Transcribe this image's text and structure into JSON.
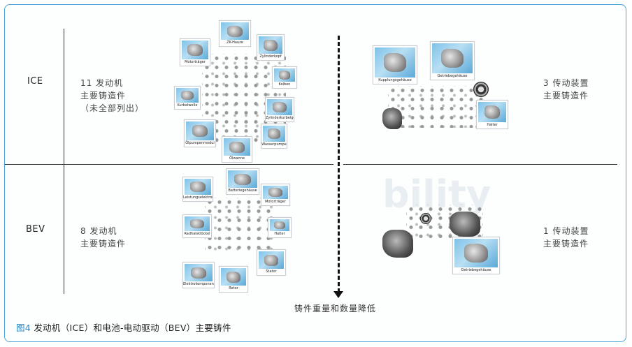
{
  "rows": {
    "ice": {
      "label": "ICE",
      "engine_text": [
        "11 发动机",
        "主要铸造件",
        "（未全部列出）"
      ],
      "trans_text": [
        "3 传动装置",
        "主要铸造件"
      ]
    },
    "bev": {
      "label": "BEV",
      "engine_text": [
        "8 发动机",
        "主要铸造件"
      ],
      "trans_text": [
        "1 传动装置",
        "主要铸造件"
      ]
    }
  },
  "axis_caption": "铸件重量和数量降低",
  "figure": {
    "number": "图4",
    "title": " 发动机（ICE）和电池-电动驱动（BEV）主要铸件"
  },
  "parts": {
    "ice_engine": [
      "ZK-Hauze",
      "Motorträger",
      "Zylinderkopf",
      "Kolben",
      "Kurbelwelle",
      "Zylinderkurbelgehäuse",
      "Ölpumpenmodul",
      "Wasserpumpe",
      "Ölwanne"
    ],
    "ice_trans": [
      "Kupplungsgehäuse",
      "Getriebegehäuse",
      "Halter"
    ],
    "bev_engine": [
      "Batteriegehäuse",
      "Leistungselektronik",
      "Motorträger",
      "Radhalsklöckel",
      "Halter",
      "Elektrokomponenten",
      "Rotor",
      "Stator"
    ],
    "bev_trans": [
      "Getriebegehäuse"
    ]
  }
}
